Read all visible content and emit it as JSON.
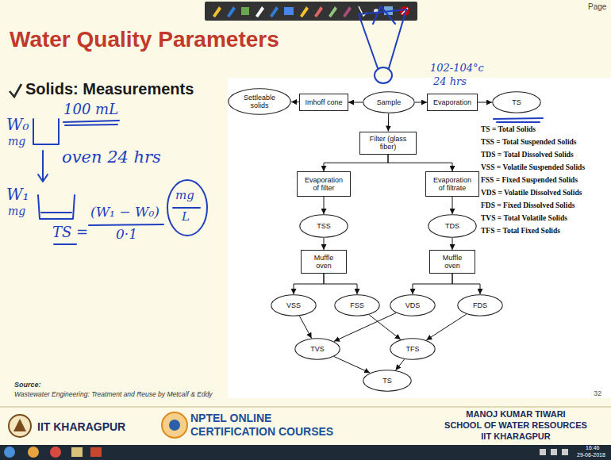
{
  "diagram": {
    "title": "Water Quality Parameters",
    "nodes": [
      {
        "text": [
          "Settleable solids"
        ]
      },
      {
        "text": [
          "Imhoff cone"
        ]
      },
      {
        "text": [
          "Sample"
        ]
      },
      {
        "text": [
          "Evaporation"
        ]
      },
      {
        "text": [
          "TS"
        ]
      },
      {
        "text": [
          "Filter (glass fiber)"
        ]
      },
      {
        "text": [
          "Evaporation of filter"
        ]
      },
      {
        "text": [
          "Evaporation of filtrate"
        ]
      },
      {
        "text": [
          "TSS"
        ]
      },
      {
        "text": [
          "TDS"
        ]
      },
      {
        "text": [
          "Muffle oven"
        ]
      },
      {
        "text": [
          "Muffle oven"
        ]
      },
      {
        "text": [
          "VSS"
        ]
      },
      {
        "text": [
          "FSS"
        ]
      },
      {
        "text": [
          "VDS"
        ]
      },
      {
        "text": [
          "FDS"
        ]
      },
      {
        "text": [
          "TVS"
        ]
      },
      {
        "text": [
          "TFS"
        ]
      },
      {
        "text": [
          "TS"
        ]
      }
    ],
    "edges": [
      {
        "from": 2,
        "to": 1,
        "arrow": "to"
      },
      {
        "from": 1,
        "to": 0,
        "arrow": "to"
      },
      {
        "from": 2,
        "to": 3,
        "arrow": "to"
      },
      {
        "from": 3,
        "to": 4,
        "arrow": "to"
      },
      {
        "from": 2,
        "to": 5,
        "arrow": "to"
      },
      {
        "from": 5,
        "to": 6,
        "arrow": "to"
      },
      {
        "from": 5,
        "to": 7,
        "arrow": "to"
      },
      {
        "from": 6,
        "to": 8,
        "arrow": "to"
      },
      {
        "from": 7,
        "to": 9,
        "arrow": "to"
      },
      {
        "from": 8,
        "to": 10,
        "arrow": "to"
      },
      {
        "from": 9,
        "to": 11,
        "arrow": "to"
      },
      {
        "from": 10,
        "to": 12,
        "arrow": "to"
      },
      {
        "from": 10,
        "to": 13,
        "arrow": "to"
      },
      {
        "from": 11,
        "to": 14,
        "arrow": "to"
      },
      {
        "from": 11,
        "to": 15,
        "arrow": "to"
      },
      {
        "from": 12,
        "to": 16,
        "arrow": "to"
      },
      {
        "from": 14,
        "to": 16,
        "arrow": "to"
      },
      {
        "from": 13,
        "to": 17,
        "arrow": "to"
      },
      {
        "from": 15,
        "to": 17,
        "arrow": "to"
      },
      {
        "from": 16,
        "to": 18,
        "arrow": "to"
      },
      {
        "from": 17,
        "to": 18,
        "arrow": "to"
      }
    ],
    "labels": [
      "Page",
      "TS = Total Solids",
      "TSS = Total Suspended Solids",
      "TDS = Total Dissolved Solids",
      "VSS = Volatile Suspended Solids",
      "FSS = Fixed Suspended Solids",
      "VDS = Volatile Dissolved Solids",
      "FDS = Fixed Dissolved Solids",
      "TVS = Total Volatile Solids",
      "TFS = Total Fixed Solids",
      "Solids: Measurements",
      "Source:",
      "Wastewater Engineering: Treatment and Reuse by Metcalf & Eddy",
      "IIT KHARAGPUR",
      "NPTEL ONLINE",
      "CERTIFICATION COURSES",
      "MANOJ KUMAR TIWARI",
      "SCHOOL OF WATER RESOURCES",
      "IIT KHARAGPUR",
      "32",
      "16:46",
      "29-06-2018",
      "W₀",
      "mg",
      "100 mL",
      "oven 24 hrs",
      "W₁",
      "mg",
      "TS =",
      "(W₁ − W₀)",
      "0·1",
      "mg",
      "L",
      "102-104°c",
      "24 hrs"
    ]
  }
}
